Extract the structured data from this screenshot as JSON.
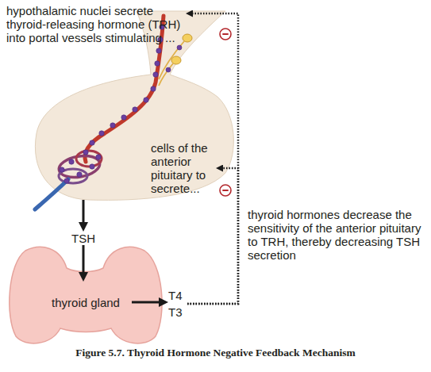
{
  "diagram": {
    "caption": "Figure 5.7. Thyroid Hormone Negative Feedback Mechanism",
    "nodes": [
      {
        "text": [
          "hypothalamic nuclei secrete thyroid-releasing hormone (TRH) into portal vessels stimulating ..."
        ]
      },
      {
        "text": [
          "cells of the anterior pituitary to secrete..."
        ]
      },
      {
        "text": [
          "TSH"
        ]
      },
      {
        "text": [
          "thyroid gland"
        ]
      },
      {
        "text": [
          "T4",
          "T3"
        ]
      }
    ],
    "edges": [
      {
        "from": 1,
        "to": 2,
        "arrow": "to"
      },
      {
        "from": 2,
        "to": 3,
        "arrow": "to"
      },
      {
        "from": 3,
        "to": 4,
        "arrow": "to"
      },
      {
        "from": 4,
        "to": 0,
        "arrow": "to"
      },
      {
        "from": 4,
        "to": 1,
        "arrow": "to"
      }
    ],
    "labels": [
      "thyroid hormones decrease the sensitivity of the anterior pituitary to TRH, thereby decreasing TSH secretion"
    ]
  }
}
